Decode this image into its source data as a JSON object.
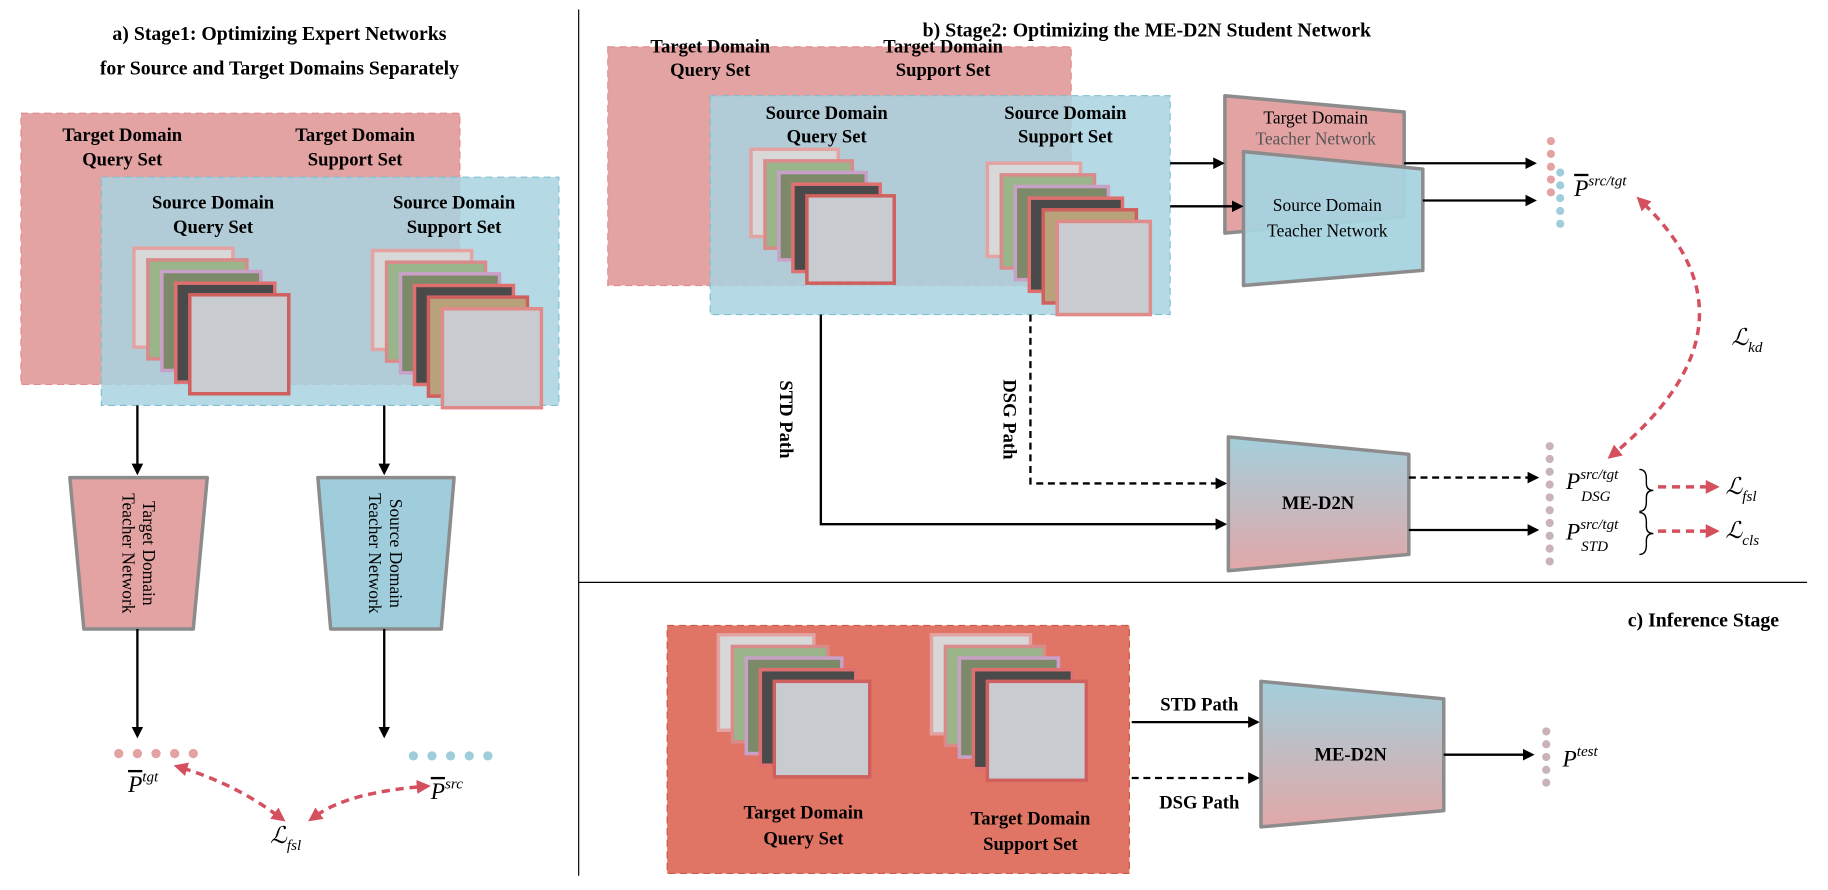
{
  "colors": {
    "target": "#e4a3a3",
    "source": "#a8d3e0",
    "inference": "#e07565",
    "loss_arrow": "#d5505e",
    "network_border": "#8c8c8c"
  },
  "stage1": {
    "title_line1": "a) Stage1: Optimizing Expert Networks",
    "title_line2": "for Source and Target Domains Separately",
    "target_query": [
      "Target Domain",
      "Query Set"
    ],
    "target_support": [
      "Target Domain",
      "Support Set"
    ],
    "source_query": [
      "Source Domain",
      "Query Set"
    ],
    "source_support": [
      "Source Domain",
      "Support Set"
    ],
    "target_teacher": [
      "Target Domain",
      "Teacher Network"
    ],
    "source_teacher": [
      "Source Domain",
      "Teacher Network"
    ],
    "p_tgt": "P",
    "p_tgt_sup": "tgt",
    "p_src": "P",
    "p_src_sup": "src",
    "loss": "ℒ",
    "loss_sub": "fsl"
  },
  "stage2": {
    "title": "b) Stage2: Optimizing the ME-D2N Student Network",
    "target_query": [
      "Target Domain",
      "Query Set"
    ],
    "target_support": [
      "Target Domain",
      "Support Set"
    ],
    "source_query": [
      "Source Domain",
      "Query Set"
    ],
    "source_support": [
      "Source Domain",
      "Support Set"
    ],
    "target_teacher": [
      "Target Domain",
      "Teacher Network"
    ],
    "source_teacher": [
      "Source Domain",
      "Teacher Network"
    ],
    "p_bar": "P",
    "p_bar_sup": "src/tgt",
    "std_path": "STD Path",
    "dsg_path": "DSG Path",
    "student": "ME-D2N",
    "p_dsg": "P",
    "p_dsg_sup": "src/tgt",
    "p_dsg_sub": "DSG",
    "p_std": "P",
    "p_std_sup": "src/tgt",
    "p_std_sub": "STD",
    "loss_kd": "ℒ",
    "loss_kd_sub": "kd",
    "loss_fsl": "ℒ",
    "loss_fsl_sub": "fsl",
    "loss_cls": "ℒ",
    "loss_cls_sub": "cls"
  },
  "inference": {
    "title": "c) Inference Stage",
    "query": [
      "Target Domain",
      "Query Set"
    ],
    "support": [
      "Target Domain",
      "Support Set"
    ],
    "std_path": "STD Path",
    "dsg_path": "DSG Path",
    "student": "ME-D2N",
    "p_test": "P",
    "p_test_sup": "test"
  }
}
